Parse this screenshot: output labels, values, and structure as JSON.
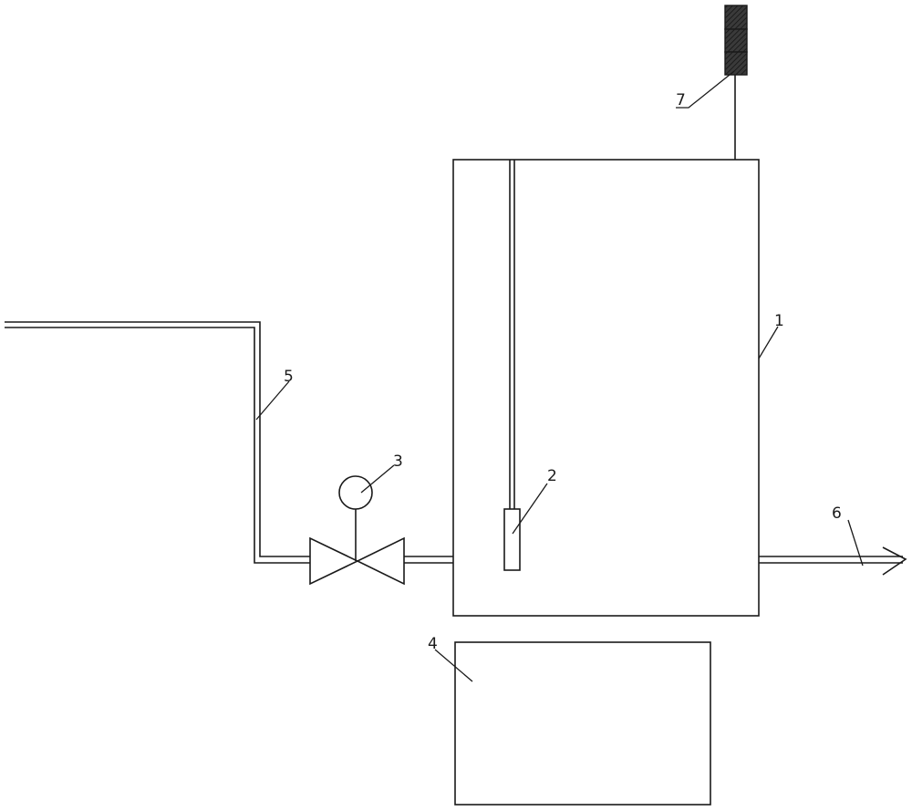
{
  "diagram": {
    "labels": {
      "tank": "1",
      "probe": "2",
      "gauge": "3",
      "base": "4",
      "inlet_pipe": "5",
      "outlet": "6",
      "indicator": "7"
    },
    "colors": {
      "line": "#1a1a1a",
      "indicator_fill": "#3a3a3a",
      "background": "#ffffff"
    }
  }
}
